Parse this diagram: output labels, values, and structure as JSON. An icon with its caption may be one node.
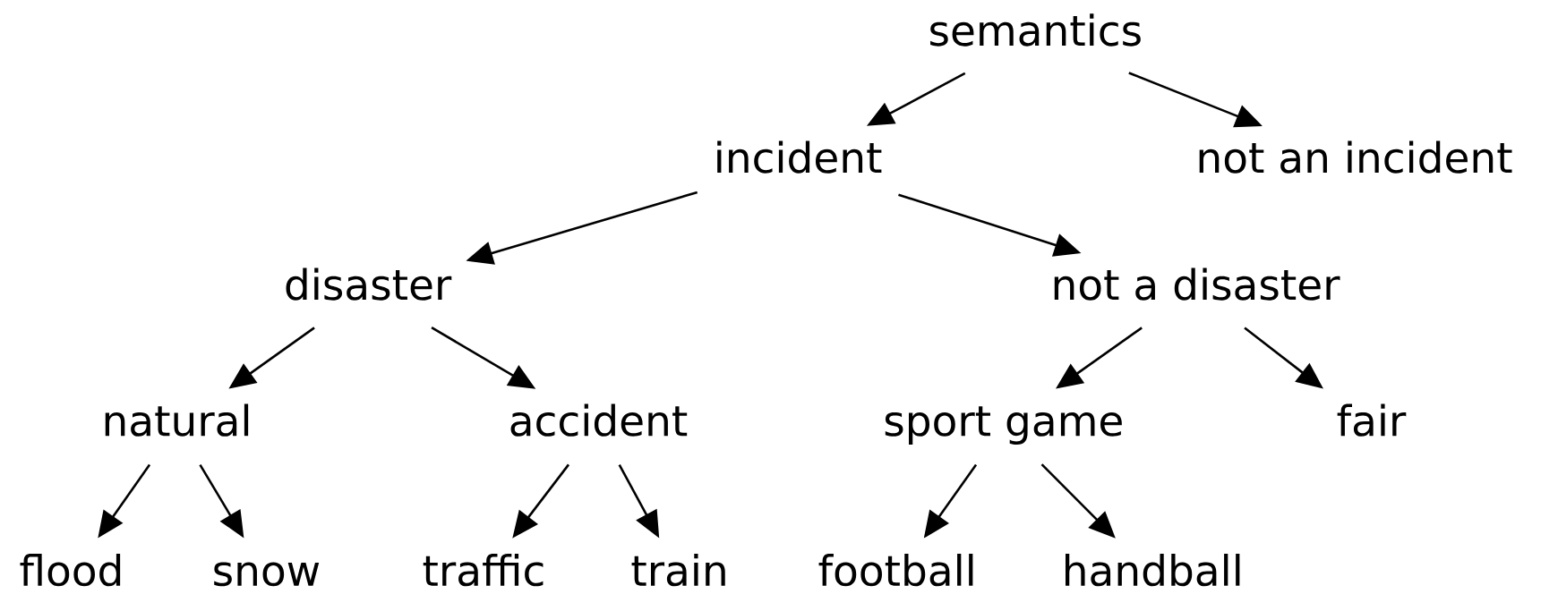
{
  "diagram": {
    "nodes": [
      {
        "text": [
          "semantics"
        ]
      },
      {
        "text": [
          "incident"
        ]
      },
      {
        "text": [
          "not an incident"
        ]
      },
      {
        "text": [
          "disaster"
        ]
      },
      {
        "text": [
          "not a disaster"
        ]
      },
      {
        "text": [
          "natural"
        ]
      },
      {
        "text": [
          "accident"
        ]
      },
      {
        "text": [
          "sport game"
        ]
      },
      {
        "text": [
          "fair"
        ]
      },
      {
        "text": [
          "flood"
        ]
      },
      {
        "text": [
          "snow"
        ]
      },
      {
        "text": [
          "traffic"
        ]
      },
      {
        "text": [
          "train"
        ]
      },
      {
        "text": [
          "football"
        ]
      },
      {
        "text": [
          "handball"
        ]
      }
    ],
    "edges": [
      {
        "from": 0,
        "to": 1,
        "arrow": "to"
      },
      {
        "from": 0,
        "to": 2,
        "arrow": "to"
      },
      {
        "from": 1,
        "to": 3,
        "arrow": "to"
      },
      {
        "from": 1,
        "to": 4,
        "arrow": "to"
      },
      {
        "from": 3,
        "to": 5,
        "arrow": "to"
      },
      {
        "from": 3,
        "to": 6,
        "arrow": "to"
      },
      {
        "from": 4,
        "to": 7,
        "arrow": "to"
      },
      {
        "from": 4,
        "to": 8,
        "arrow": "to"
      },
      {
        "from": 5,
        "to": 9,
        "arrow": "to"
      },
      {
        "from": 5,
        "to": 10,
        "arrow": "to"
      },
      {
        "from": 6,
        "to": 11,
        "arrow": "to"
      },
      {
        "from": 6,
        "to": 12,
        "arrow": "to"
      },
      {
        "from": 7,
        "to": 13,
        "arrow": "to"
      },
      {
        "from": 7,
        "to": 14,
        "arrow": "to"
      }
    ]
  }
}
